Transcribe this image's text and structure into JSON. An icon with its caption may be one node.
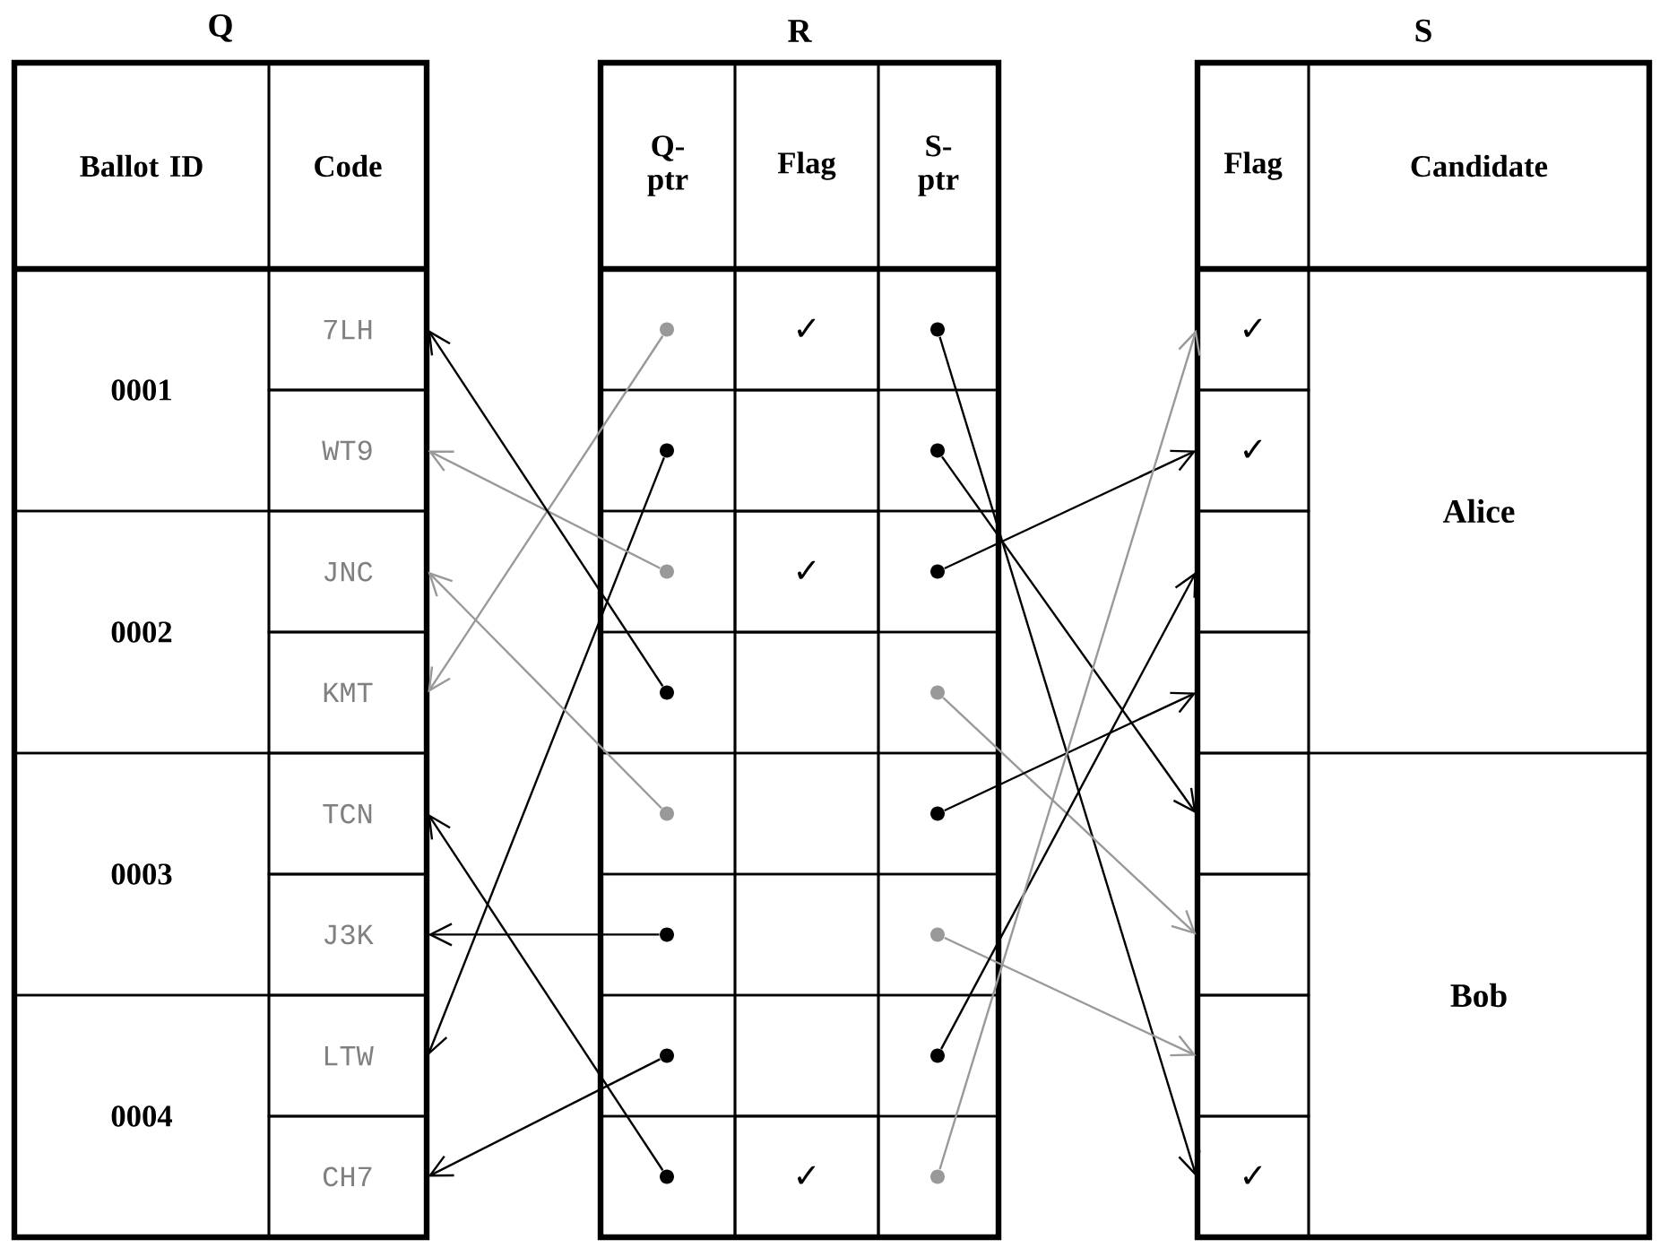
{
  "diagram": {
    "nodes": [
      {
        "text": [
          "Q"
        ]
      },
      {
        "text": [
          "Ballot ID"
        ],
        "in": 0
      },
      {
        "text": [
          "Code"
        ],
        "in": 0
      },
      {
        "text": [
          "0001"
        ],
        "in": 0
      },
      {
        "text": [
          "0002"
        ],
        "in": 0
      },
      {
        "text": [
          "0003"
        ],
        "in": 0
      },
      {
        "text": [
          "0004"
        ],
        "in": 0
      },
      {
        "text": [
          "7LH"
        ],
        "in": 0
      },
      {
        "text": [
          "WT9"
        ],
        "in": 0
      },
      {
        "text": [
          "JNC"
        ],
        "in": 0
      },
      {
        "text": [
          "KMT"
        ],
        "in": 0
      },
      {
        "text": [
          "TCN"
        ],
        "in": 0
      },
      {
        "text": [
          "J3K"
        ],
        "in": 0
      },
      {
        "text": [
          "LTW"
        ],
        "in": 0
      },
      {
        "text": [
          "CH7"
        ],
        "in": 0
      },
      {
        "text": [
          "R"
        ]
      },
      {
        "text": [
          "Q- ptr"
        ],
        "in": 15
      },
      {
        "text": [
          "Flag"
        ],
        "in": 15
      },
      {
        "text": [
          "S- ptr"
        ],
        "in": 15
      },
      {
        "text": [],
        "shape": "circle",
        "in": 15
      },
      {
        "text": [],
        "shape": "circle",
        "in": 15
      },
      {
        "text": [],
        "shape": "circle",
        "in": 15
      },
      {
        "text": [],
        "shape": "circle",
        "in": 15
      },
      {
        "text": [],
        "shape": "circle",
        "in": 15
      },
      {
        "text": [],
        "shape": "circle",
        "in": 15
      },
      {
        "text": [],
        "shape": "circle",
        "in": 15
      },
      {
        "text": [],
        "shape": "circle",
        "in": 15
      },
      {
        "text": [
          "✓"
        ],
        "in": 15
      },
      {
        "text": [
          "✓"
        ],
        "in": 15
      },
      {
        "text": [
          "✓"
        ],
        "in": 15
      },
      {
        "text": [],
        "shape": "circle",
        "in": 15
      },
      {
        "text": [],
        "shape": "circle",
        "in": 15
      },
      {
        "text": [],
        "shape": "circle",
        "in": 15
      },
      {
        "text": [],
        "shape": "circle",
        "in": 15
      },
      {
        "text": [],
        "shape": "circle",
        "in": 15
      },
      {
        "text": [],
        "shape": "circle",
        "in": 15
      },
      {
        "text": [],
        "shape": "circle",
        "in": 15
      },
      {
        "text": [],
        "shape": "circle",
        "in": 15
      },
      {
        "text": [
          "S"
        ]
      },
      {
        "text": [
          "Flag"
        ],
        "in": 38
      },
      {
        "text": [
          "Candidate"
        ],
        "in": 38
      },
      {
        "text": [
          "✓"
        ],
        "in": 38
      },
      {
        "text": [
          "✓"
        ],
        "in": 38
      },
      {
        "text": [],
        "shape": "box",
        "in": 38
      },
      {
        "text": [],
        "shape": "box",
        "in": 38
      },
      {
        "text": [],
        "shape": "box",
        "in": 38
      },
      {
        "text": [],
        "shape": "box",
        "in": 38
      },
      {
        "text": [],
        "shape": "box",
        "in": 38
      },
      {
        "text": [
          "✓"
        ],
        "in": 38
      },
      {
        "text": [
          "Alice"
        ],
        "in": 38
      },
      {
        "text": [
          "Bob"
        ],
        "in": 38
      }
    ],
    "edges": [
      {
        "from": 19,
        "to": 10,
        "arrow": "to",
        "color": "#999999"
      },
      {
        "from": 20,
        "to": 13,
        "arrow": "to"
      },
      {
        "from": 21,
        "to": 8,
        "arrow": "to",
        "color": "#999999"
      },
      {
        "from": 22,
        "to": 7,
        "arrow": "to"
      },
      {
        "from": 23,
        "to": 9,
        "arrow": "to",
        "color": "#999999"
      },
      {
        "from": 24,
        "to": 12,
        "arrow": "to"
      },
      {
        "from": 25,
        "to": 14,
        "arrow": "to"
      },
      {
        "from": 26,
        "to": 11,
        "arrow": "to"
      },
      {
        "from": 30,
        "to": 48,
        "arrow": "to"
      },
      {
        "from": 31,
        "to": 45,
        "arrow": "to"
      },
      {
        "from": 32,
        "to": 42,
        "arrow": "to"
      },
      {
        "from": 33,
        "to": 46,
        "arrow": "to",
        "color": "#999999"
      },
      {
        "from": 34,
        "to": 44,
        "arrow": "to"
      },
      {
        "from": 35,
        "to": 47,
        "arrow": "to",
        "color": "#999999"
      },
      {
        "from": 36,
        "to": 43,
        "arrow": "to"
      },
      {
        "from": 37,
        "to": 41,
        "arrow": "to",
        "color": "#999999"
      }
    ]
  }
}
